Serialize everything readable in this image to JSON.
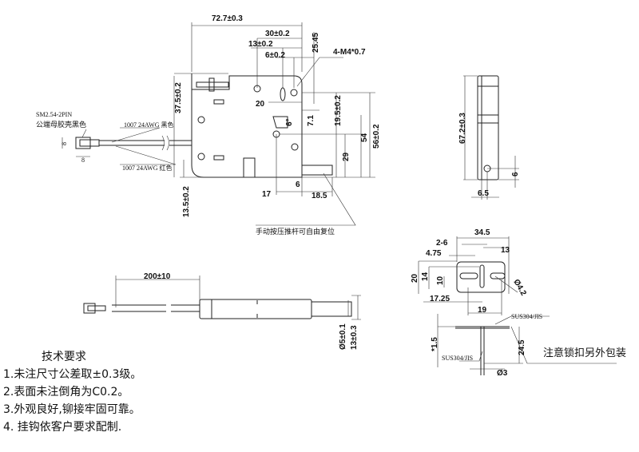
{
  "front_view": {
    "dims": {
      "overall_width": "72.7±0.3",
      "d30": "30±0.2",
      "d13": "13±0.2",
      "d6": "6±0.2",
      "d25_45": "25.45",
      "thread": "4-M4*0.7",
      "d37_5": "37.5±0.2",
      "d20": "20",
      "angle6": "6°",
      "d7_1": "7.1",
      "d19_5": "19.5±0.2",
      "d54": "54",
      "d56": "56±0.2",
      "d29": "29",
      "d13_5": "13.5±0.2",
      "d17": "17",
      "d6b": "6",
      "d18_5": "18.5"
    },
    "note": "手动按压推杆可自由复位"
  },
  "connector": {
    "model": "SM2.54-2PIN",
    "desc": "公端母胶壳黑色",
    "wire_black": "1007 24AWG 黑色",
    "wire_red": "1007 24AWG 红色",
    "dim_a": "8",
    "dim_b": "8"
  },
  "side_view": {
    "height": "67.2±0.3",
    "hole_offset": "6",
    "width": "6.5"
  },
  "bottom_view": {
    "wire_length": "200±10",
    "pin_dia": "Ø5±0.1",
    "thickness": "13±0.3"
  },
  "bracket": {
    "width": "34.5",
    "slot": "2-6",
    "d13": "13",
    "d4_75": "4.75",
    "d20": "20",
    "d14": "14",
    "d10": "10",
    "d17_25": "17.25",
    "d19": "19",
    "hole": "Ø4.2",
    "material_a": "SUS304/JIS",
    "material_b": "SUS304/JIS",
    "thickness": "*1.5",
    "d24_5": "24.5",
    "pin": "Ø3",
    "note": "注意锁扣另外包装"
  },
  "requirements": {
    "title": "技术要求",
    "items": [
      "1.未注尺寸公差取±0.3级。",
      "2.表面未注倒角为C0.2。",
      "3.外观良好,铆接牢固可靠。",
      "4. 挂钩依客户要求配制."
    ]
  }
}
